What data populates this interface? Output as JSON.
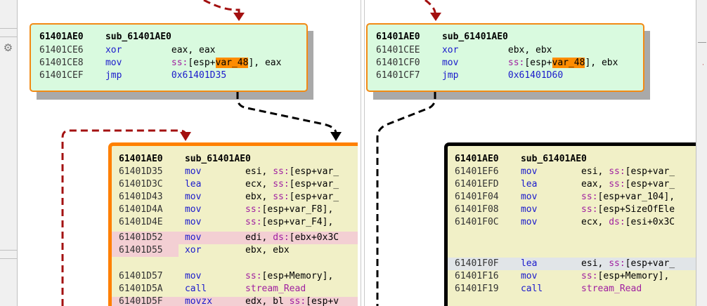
{
  "left_block_top": {
    "header_addr": "61401AE0",
    "header_name": "sub_61401AE0",
    "lines": [
      {
        "addr": "61401CE6",
        "mn": "xor",
        "ops": "eax, eax"
      },
      {
        "addr": "61401CE8",
        "mn": "mov",
        "seg": "ss:",
        "pre": "[esp+",
        "var": "var_48",
        "post": "], eax"
      },
      {
        "addr": "61401CEF",
        "mn": "jmp",
        "ops": "0x61401D35"
      }
    ]
  },
  "right_block_top": {
    "header_addr": "61401AE0",
    "header_name": "sub_61401AE0",
    "lines": [
      {
        "addr": "61401CEE",
        "mn": "xor",
        "ops": "ebx, ebx"
      },
      {
        "addr": "61401CF0",
        "mn": "mov",
        "seg": "ss:",
        "pre": "[esp+",
        "var": "var_48",
        "post": "], ebx"
      },
      {
        "addr": "61401CF7",
        "mn": "jmp",
        "ops": "0x61401D60"
      }
    ]
  },
  "left_block_bottom": {
    "header_addr": "61401AE0",
    "header_name": "sub_61401AE0",
    "lines": [
      {
        "addr": "61401D35",
        "mn": "mov",
        "a": "esi, ",
        "b": "ss:",
        "c": "[esp+var_"
      },
      {
        "addr": "61401D3C",
        "mn": "lea",
        "a": "ecx, ",
        "b": "ss:",
        "c": "[esp+var_"
      },
      {
        "addr": "61401D43",
        "mn": "mov",
        "a": "ebx, ",
        "b": "ss:",
        "c": "[esp+var_"
      },
      {
        "addr": "61401D4A",
        "mn": "mov",
        "a": "",
        "b": "ss:",
        "c": "[esp+var_F8],"
      },
      {
        "addr": "61401D4E",
        "mn": "mov",
        "a": "",
        "b": "ss:",
        "c": "[esp+var_F4],"
      },
      {
        "addr": "61401D52",
        "mn": "mov",
        "a": "edi, ",
        "b": "ds:",
        "c": "[ebx+0x3C"
      },
      {
        "addr": "61401D55",
        "mn": "xor",
        "a": "ebx, ebx",
        "b": "",
        "c": ""
      },
      {
        "addr": "61401D57",
        "mn": "mov",
        "a": "",
        "b": "ss:",
        "c": "[esp+Memory],"
      },
      {
        "addr": "61401D5A",
        "mn": "call",
        "a": "",
        "b": "",
        "c": "stream_Read"
      },
      {
        "addr": "61401D5F",
        "mn": "movzx",
        "a": "edx, bl ",
        "b": "ss:",
        "c": "[esp+v"
      }
    ]
  },
  "right_block_bottom": {
    "header_addr": "61401AE0",
    "header_name": "sub_61401AE0",
    "lines": [
      {
        "addr": "61401EF6",
        "mn": "mov",
        "a": "esi, ",
        "b": "ss:",
        "c": "[esp+var_"
      },
      {
        "addr": "61401EFD",
        "mn": "lea",
        "a": "eax, ",
        "b": "ss:",
        "c": "[esp+var_"
      },
      {
        "addr": "61401F04",
        "mn": "mov",
        "a": "",
        "b": "ss:",
        "c": "[esp+var_104],"
      },
      {
        "addr": "61401F08",
        "mn": "mov",
        "a": "",
        "b": "ss:",
        "c": "[esp+SizeOfEle"
      },
      {
        "addr": "61401F0C",
        "mn": "mov",
        "a": "ecx, ",
        "b": "ds:",
        "c": "[esi+0x3C"
      },
      {
        "addr": "61401F0F",
        "mn": "lea",
        "a": "esi, ",
        "b": "ss:",
        "c": "[esp+var_"
      },
      {
        "addr": "61401F16",
        "mn": "mov",
        "a": "",
        "b": "ss:",
        "c": "[esp+Memory],"
      },
      {
        "addr": "61401F19",
        "mn": "call",
        "a": "",
        "b": "",
        "c": "stream_Read"
      }
    ]
  },
  "colors": {
    "block_green": "#d9fadf",
    "block_yellow": "#f1f0c7",
    "orange_border": "#f28a14",
    "selected_border": "#ff8000",
    "black_border": "#000000",
    "edge_red": "#a31010",
    "edge_black": "#000000",
    "highlight": "#ff8c00"
  },
  "icons": {
    "options": "gear-icon"
  }
}
